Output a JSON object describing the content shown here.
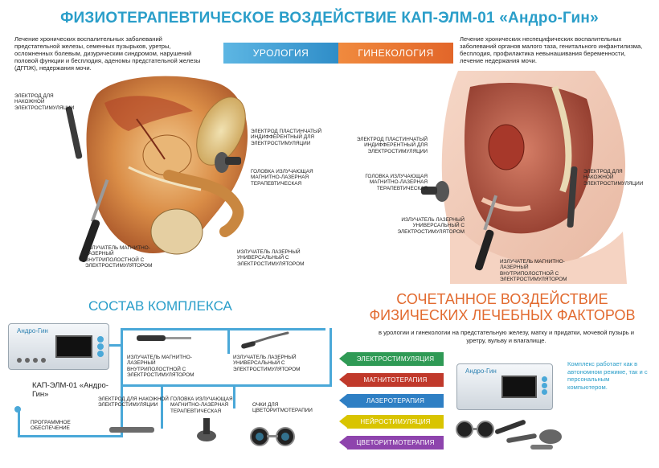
{
  "header": {
    "title": "ФИЗИОТЕРАПЕВТИЧЕСКОЕ ВОЗДЕЙСТВИЕ КАП-ЭЛМ-01 «Андро-Гин»"
  },
  "tabs": {
    "urology": "УРОЛОГИЯ",
    "gynecology": "ГИНЕКОЛОГИЯ"
  },
  "descriptions": {
    "left": "Лечение хронических воспалительных заболеваний предстательной железы, семенных пузырьков, уретры, осложненных болевым, дизурическим синдромом, нарушений половой функции и бесплодия, аденомы предстательной железы (ДГПЖ), недержания мочи.",
    "right": "Лечение хронических неспецифических воспалительных заболеваний органов малого таза, генитального инфантилизма, бесплодия, профилактика невынашивания беременности, лечение недержания мочи."
  },
  "male_labels": {
    "electrode_skin": "ЭЛЕКТРОД ДЛЯ НАКОЖНОЙ ЭЛЕКТРОСТИМУЛЯЦИИ",
    "electrode_plate": "ЭЛЕКТРОД ПЛАСТИНЧАТЫЙ ИНДИФФЕРЕНТНЫЙ ДЛЯ ЭЛЕКТРОСТИМУЛЯЦИИ",
    "laser_head": "ГОЛОВКА ИЗЛУЧАЮЩАЯ МАГНИТНО-ЛАЗЕРНАЯ ТЕРАПЕВТИЧЕСКАЯ",
    "emitter_cavity": "ИЗЛУЧАТЕЛЬ МАГНИТНО-ЛАЗЕРНЫЙ ВНУТРИПОЛОСТНОЙ С ЭЛЕКТРОСТИМУЛЯТОРОМ",
    "emitter_universal": "ИЗЛУЧАТЕЛЬ ЛАЗЕРНЫЙ УНИВЕРСАЛЬНЫЙ С ЭЛЕКТРОСТИМУЛЯТОРОМ"
  },
  "female_labels": {
    "electrode_plate": "ЭЛЕКТРОД ПЛАСТИНЧАТЫЙ ИНДИФФЕРЕНТНЫЙ ДЛЯ ЭЛЕКТРОСТИМУЛЯЦИИ",
    "laser_head": "ГОЛОВКА ИЗЛУЧАЮЩАЯ МАГНИТНО-ЛАЗЕРНАЯ ТЕРАПЕВТИЧЕСКАЯ",
    "electrode_skin": "ЭЛЕКТРОД ДЛЯ НАКОЖНОЙ ЭЛЕКТРОСТИМУЛЯЦИИ",
    "emitter_universal": "ИЗЛУЧАТЕЛЬ ЛАЗЕРНЫЙ УНИВЕРСАЛЬНЫЙ С ЭЛЕКТРОСТИМУЛЯТОРОМ",
    "emitter_cavity": "ИЗЛУЧАТЕЛЬ МАГНИТНО-ЛАЗЕРНЫЙ ВНУТРИПОЛОСТНОЙ С ЭЛЕКТРОСТИМУЛЯТОРОМ"
  },
  "kit": {
    "title": "СОСТАВ КОМПЛЕКСА",
    "device_screen_label": "Андро-Гин",
    "device_name": "КАП-ЭЛМ-01 «Андро-Гин»",
    "emitter_cavity": "ИЗЛУЧАТЕЛЬ МАГНИТНО-ЛАЗЕРНЫЙ ВНУТРИПОЛОСТНОЙ С ЭЛЕКТРОСТИМУЛЯТОРОМ",
    "emitter_universal": "ИЗЛУЧАТЕЛЬ ЛАЗЕРНЫЙ УНИВЕРСАЛЬНЫЙ С ЭЛЕКТРОСТИМУЛЯТОРОМ",
    "electrode_skin": "ЭЛЕКТРОД ДЛЯ НАКОЖНОЙ ЭЛЕКТРОСТИМУЛЯЦИИ",
    "laser_head": "ГОЛОВКА ИЗЛУЧАЮЩАЯ МАГНИТНО-ЛАЗЕРНАЯ ТЕРАПЕВТИЧЕСКАЯ",
    "glasses": "ОЧКИ ДЛЯ ЦВЕТОРИТМОТЕРАПИИ",
    "software": "ПРОГРАММНОЕ ОБЕСПЕЧЕНИЕ"
  },
  "combined": {
    "title_line1": "СОЧЕТАННОЕ ВОЗДЕЙСТВИЕ",
    "title_line2": "ФИЗИЧЕСКИХ ЛЕЧЕБНЫХ ФАКТОРОВ",
    "subtitle": "в урологии и гинекологии на предстательную железу, матку и придатки, мочевой пузырь и уретру, вульву и влагалище.",
    "factors": [
      {
        "label": "ЭЛЕКТРОСТИМУЛЯЦИЯ",
        "color": "#2f9a55"
      },
      {
        "label": "МАГНИТОТЕРАПИЯ",
        "color": "#c0392b"
      },
      {
        "label": "ЛАЗЕРОТЕРАПИЯ",
        "color": "#2e7fc4"
      },
      {
        "label": "НЕЙРОСТИМУЛЯЦИЯ",
        "color": "#d9c400"
      },
      {
        "label": "ЦВЕТОРИТМОТЕРАПИЯ",
        "color": "#8e44ad"
      }
    ],
    "device_screen_label": "Андро-Гин",
    "note": "Комплекс работает как в автономном режиме, так и с персональным компьютером."
  },
  "colors": {
    "title_blue": "#2a9ec9",
    "accent_orange": "#e26b30",
    "flow_blue": "#4aa8d8"
  }
}
